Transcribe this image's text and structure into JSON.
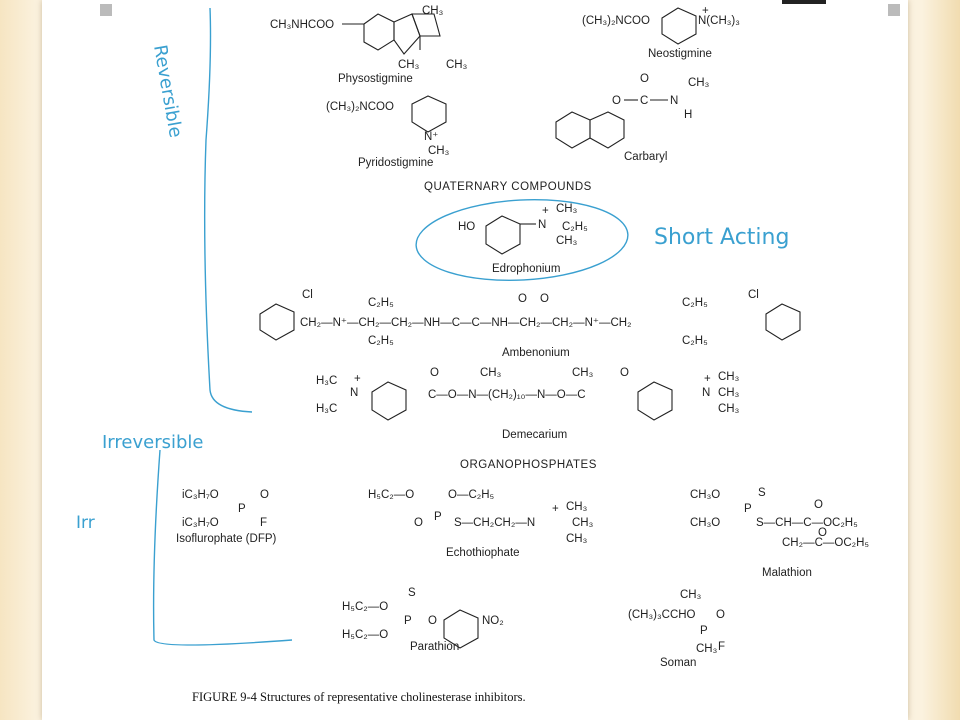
{
  "reversible": {
    "physostigmine": {
      "prefix": "CH₃NHCOO",
      "name": "Physostigmine",
      "ch3": "CH₃"
    },
    "neostigmine": {
      "prefix": "(CH₃)₂NCOO",
      "amine": "N(CH₃)₃",
      "plus": "+",
      "name": "Neostigmine"
    },
    "pyridostigmine": {
      "prefix": "(CH₃)₂NCOO",
      "nplus": "N⁺",
      "ch3": "CH₃",
      "name": "Pyridostigmine"
    },
    "carbaryl": {
      "o": "O",
      "c": "C",
      "n": "N",
      "h": "H",
      "ch3": "CH₃",
      "dbl_o": "O",
      "name": "Carbaryl"
    }
  },
  "quaternary_heading": "QUATERNARY COMPOUNDS",
  "edrophonium": {
    "ho": "HO",
    "n": "N",
    "plus": "+",
    "ch3_top": "CH₃",
    "c2h5": "C₂H₅",
    "ch3_bot": "CH₃",
    "name": "Edrophonium"
  },
  "ambenonium": {
    "cl": "Cl",
    "chain": "CH₂—N⁺—CH₂—CH₂—NH—C—C—NH—CH₂—CH₂—N⁺—CH₂",
    "c2h5": "C₂H₅",
    "o": "O",
    "name": "Ambenonium"
  },
  "demecarium": {
    "h3c": "H₃C",
    "n": "N",
    "plus": "+",
    "ch3": "CH₃",
    "chain": "C—O—N—(CH₂)₁₀—N—O—C",
    "o": "O",
    "name": "Demecarium"
  },
  "organophosphates_heading": "ORGANOPHOSPHATES",
  "isoflurophate": {
    "ic3h7o": "iC₃H₇O",
    "p": "P",
    "o": "O",
    "f": "F",
    "name": "Isoflurophate (DFP)"
  },
  "echothiophate": {
    "h5c2o": "H₅C₂—O",
    "o_c2h5": "O—C₂H₅",
    "p": "P",
    "o": "O",
    "chain": "S—CH₂CH₂—N",
    "plus": "+",
    "ch3": "CH₃",
    "name": "Echothiophate"
  },
  "malathion": {
    "ch3o": "CH₃O",
    "s": "S",
    "p": "P",
    "chain": "S—CH—C—OC₂H₅",
    "chain2": "CH₂—C—OC₂H₅",
    "o": "O",
    "name": "Malathion"
  },
  "parathion": {
    "h5c2o": "H₅C₂—O",
    "s": "S",
    "p": "P",
    "o": "O",
    "no2": "NO₂",
    "name": "Parathion"
  },
  "soman": {
    "ch3": "CH₃",
    "tbu": "(CH₃)₃CCHO",
    "p": "P",
    "o": "O",
    "f": "F",
    "name": "Soman"
  },
  "caption": "FIGURE 9-4    Structures of representative cholinesterase inhibitors.",
  "annotations": {
    "reversible": "Reversible",
    "short_acting": "Short Acting",
    "irreversible": "Irreversible",
    "irr": "Irr"
  },
  "colors": {
    "ink": "#3aa0d0",
    "text": "#222222",
    "background": "#fbf2df"
  }
}
